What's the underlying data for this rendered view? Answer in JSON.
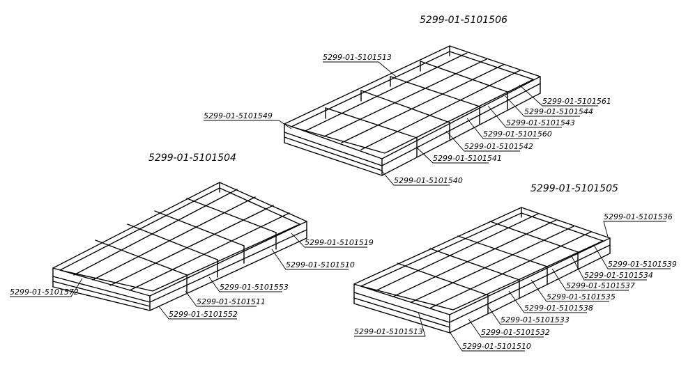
{
  "assemblies": [
    {
      "title": "5299-01-5101506",
      "parts": [
        "5299-01-5101513",
        "5299-01-5101549",
        "5299-01-5101561",
        "5299-01-5101544",
        "5299-01-5101543",
        "5299-01-5101560",
        "5299-01-5101542",
        "5299-01-5101541",
        "5299-01-5101540"
      ]
    },
    {
      "title": "5299-01-5101504",
      "parts": [
        "5299-01-5101519",
        "5299-01-5101510",
        "5299-01-5101553",
        "5299-01-5101511",
        "5299-01-5101552",
        "5299-01-5101572"
      ]
    },
    {
      "title": "5299-01-5101505",
      "parts": [
        "5299-01-5101536",
        "5299-01-5101539",
        "5299-01-5101534",
        "5299-01-5101537",
        "5299-01-5101535",
        "5299-01-5101538",
        "5299-01-5101533",
        "5299-01-5101532",
        "5299-01-5101513",
        "5299-01-5101510"
      ]
    }
  ]
}
